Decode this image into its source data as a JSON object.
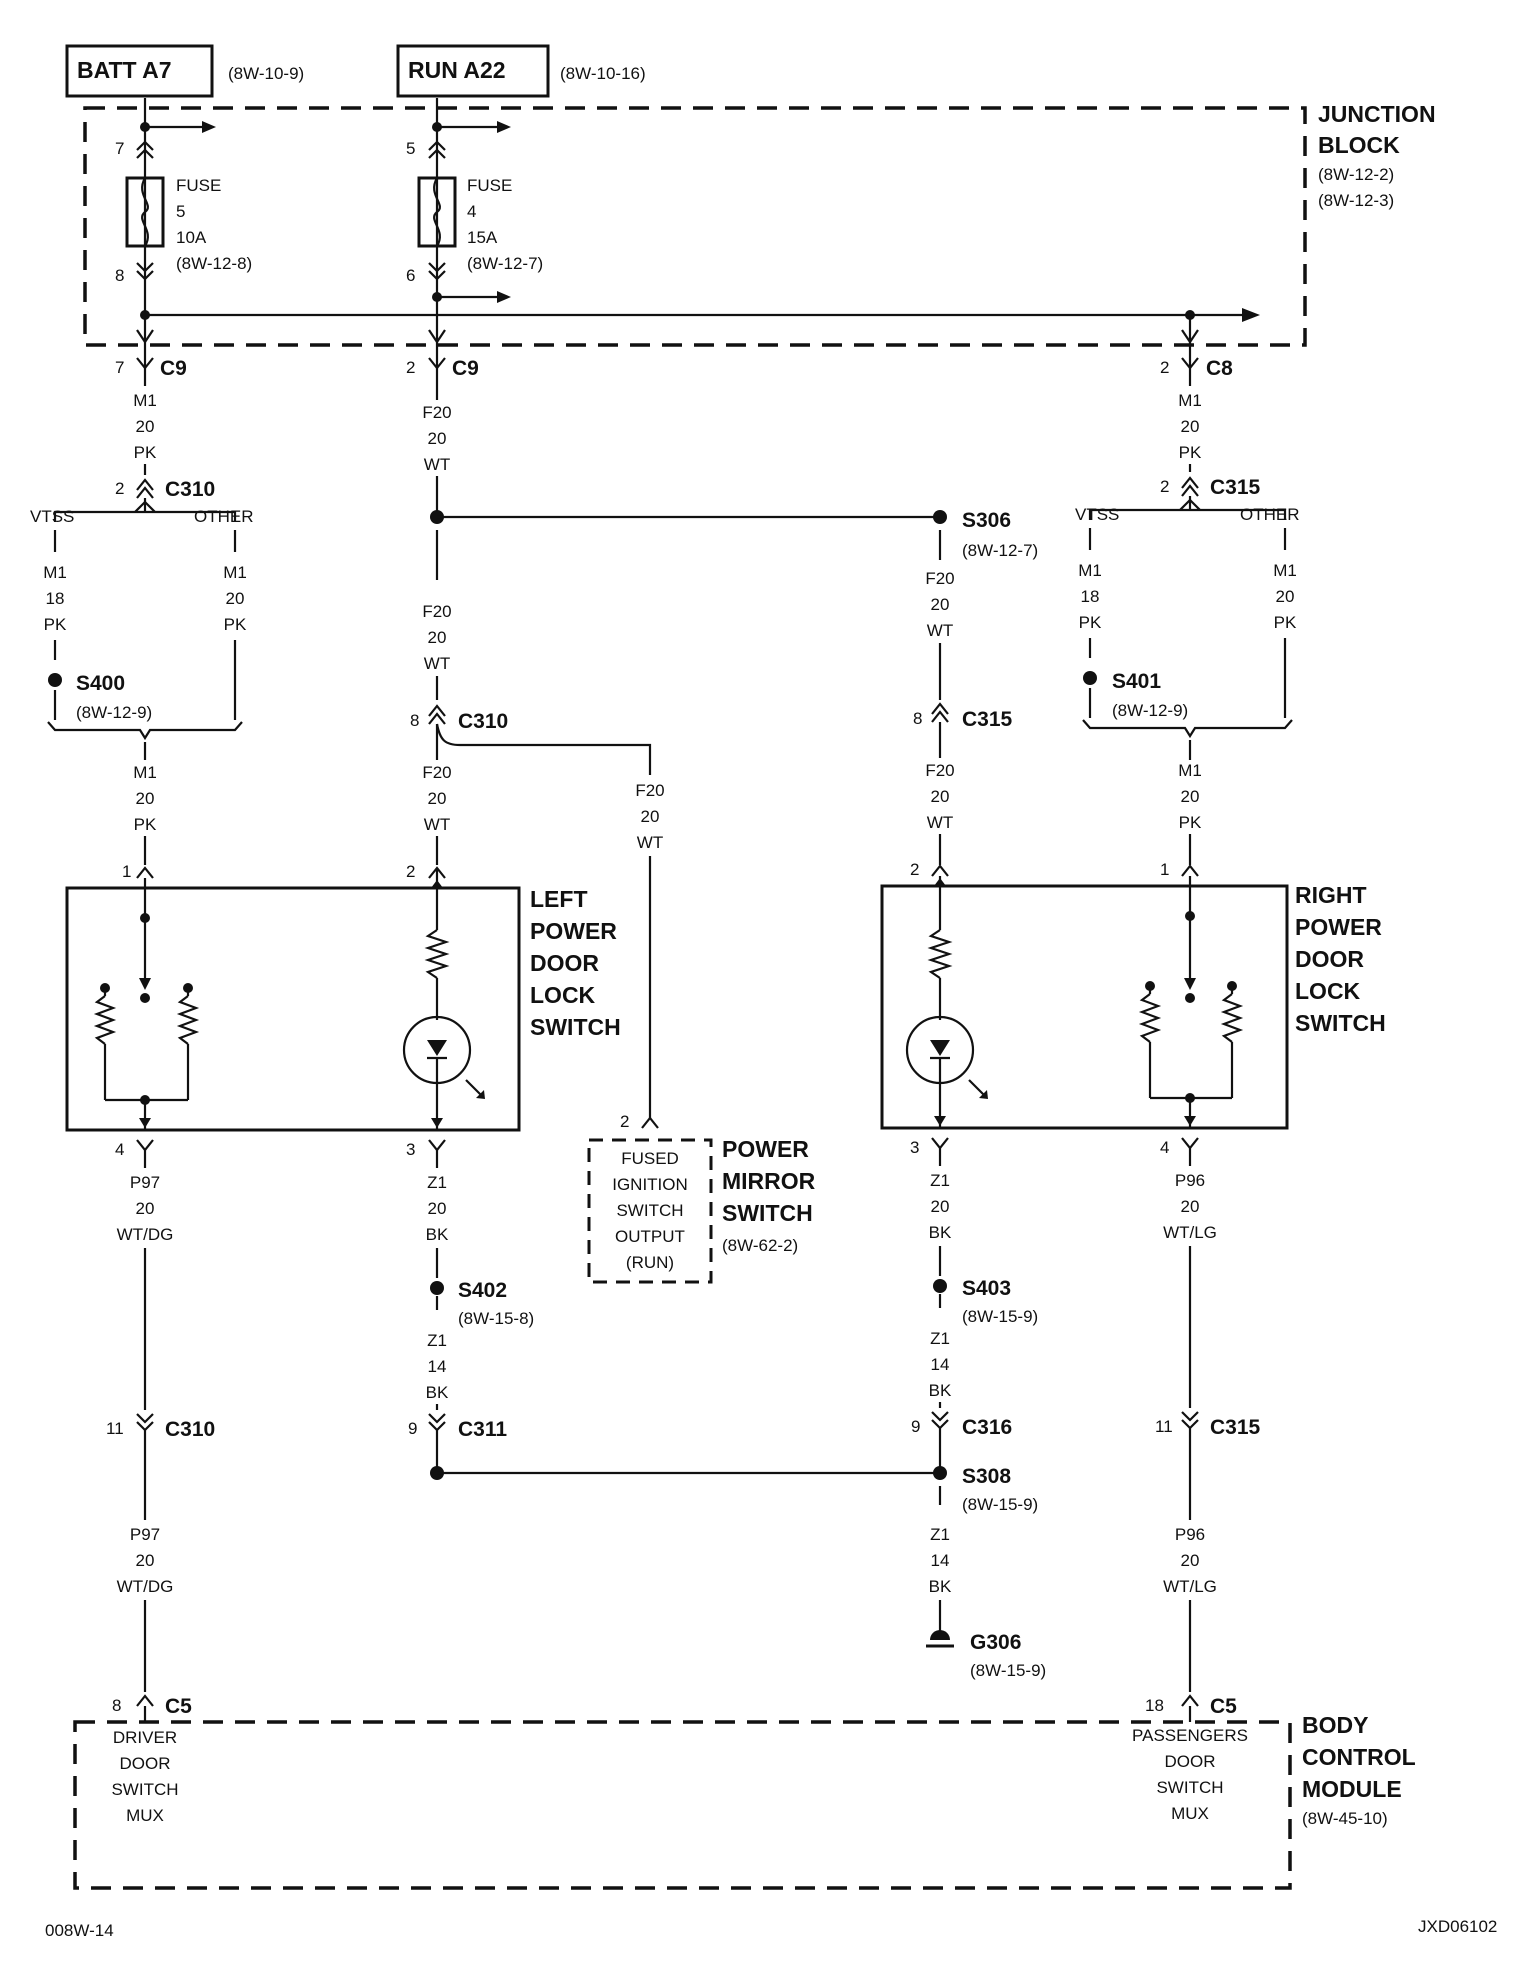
{
  "sources": {
    "batt": {
      "label": "BATT A7",
      "ref": "(8W-10-9)"
    },
    "run": {
      "label": "RUN A22",
      "ref": "(8W-10-16)"
    }
  },
  "junction_block": {
    "title_line1": "JUNCTION",
    "title_line2": "BLOCK",
    "ref1": "(8W-12-2)",
    "ref2": "(8W-12-3)",
    "fuse5": {
      "word": "FUSE",
      "num": "5",
      "rating": "10A",
      "ref": "(8W-12-8)",
      "pin_top": "7",
      "pin_bot": "8"
    },
    "fuse4": {
      "word": "FUSE",
      "num": "4",
      "rating": "15A",
      "ref": "(8W-12-7)",
      "pin_top": "5",
      "pin_bot": "6"
    }
  },
  "connectors": {
    "c9_left": {
      "pin": "7",
      "name": "C9"
    },
    "c9_mid": {
      "pin": "2",
      "name": "C9"
    },
    "c8": {
      "pin": "2",
      "name": "C8"
    },
    "c310_top": {
      "pin": "2",
      "name": "C310"
    },
    "c315_top": {
      "pin": "2",
      "name": "C315"
    },
    "c310_mid": {
      "pin": "8",
      "name": "C310"
    },
    "c315_mid": {
      "pin": "8",
      "name": "C315"
    },
    "c310_low": {
      "pin": "11",
      "name": "C310"
    },
    "c311": {
      "pin": "9",
      "name": "C311"
    },
    "c316": {
      "pin": "9",
      "name": "C316"
    },
    "c315_low": {
      "pin": "11",
      "name": "C315"
    },
    "c5_left": {
      "pin": "8",
      "name": "C5"
    },
    "c5_right": {
      "pin": "18",
      "name": "C5"
    }
  },
  "branch_labels": {
    "vtss_left": "VTSS",
    "other_left": "OTHER",
    "vtss_right": "VTSS",
    "other_right": "OTHER"
  },
  "wires": {
    "m1_pk_top_left": [
      "M1",
      "20",
      "PK"
    ],
    "f20_top": [
      "F20",
      "20",
      "WT"
    ],
    "m1_pk_top_right": [
      "M1",
      "20",
      "PK"
    ],
    "m1_18_left": [
      "M1",
      "18",
      "PK"
    ],
    "m1_20_left": [
      "M1",
      "20",
      "PK"
    ],
    "f20_mid": [
      "F20",
      "20",
      "WT"
    ],
    "f20_s306": [
      "F20",
      "20",
      "WT"
    ],
    "m1_18_right": [
      "M1",
      "18",
      "PK"
    ],
    "m1_20_right": [
      "M1",
      "20",
      "PK"
    ],
    "m1_left_sw": [
      "M1",
      "20",
      "PK"
    ],
    "f20_left_sw": [
      "F20",
      "20",
      "WT"
    ],
    "f20_mirror": [
      "F20",
      "20",
      "WT"
    ],
    "f20_right_sw": [
      "F20",
      "20",
      "WT"
    ],
    "m1_right_sw": [
      "M1",
      "20",
      "PK"
    ],
    "p97_top": [
      "P97",
      "20",
      "WT/DG"
    ],
    "z1_left_top": [
      "Z1",
      "20",
      "BK"
    ],
    "z1_right_top": [
      "Z1",
      "20",
      "BK"
    ],
    "p96_top": [
      "P96",
      "20",
      "WT/LG"
    ],
    "z1_left_14": [
      "Z1",
      "14",
      "BK"
    ],
    "z1_right_14": [
      "Z1",
      "14",
      "BK"
    ],
    "p97_bot": [
      "P97",
      "20",
      "WT/DG"
    ],
    "z1_g306": [
      "Z1",
      "14",
      "BK"
    ],
    "p96_bot": [
      "P96",
      "20",
      "WT/LG"
    ]
  },
  "splices": {
    "s306": {
      "name": "S306",
      "ref": "(8W-12-7)"
    },
    "s400": {
      "name": "S400",
      "ref": "(8W-12-9)"
    },
    "s401": {
      "name": "S401",
      "ref": "(8W-12-9)"
    },
    "s402": {
      "name": "S402",
      "ref": "(8W-15-8)"
    },
    "s403": {
      "name": "S403",
      "ref": "(8W-15-9)"
    },
    "s308": {
      "name": "S308",
      "ref": "(8W-15-9)"
    }
  },
  "ground": {
    "name": "G306",
    "ref": "(8W-15-9)"
  },
  "left_switch": {
    "lines": [
      "LEFT",
      "POWER",
      "DOOR",
      "LOCK",
      "SWITCH"
    ],
    "pin1": "1",
    "pin2": "2",
    "pin3": "3",
    "pin4": "4"
  },
  "right_switch": {
    "lines": [
      "RIGHT",
      "POWER",
      "DOOR",
      "LOCK",
      "SWITCH"
    ],
    "pin1": "1",
    "pin2": "2",
    "pin3": "3",
    "pin4": "4"
  },
  "mirror_switch": {
    "pin": "2",
    "box_lines": [
      "FUSED",
      "IGNITION",
      "SWITCH",
      "OUTPUT",
      "(RUN)"
    ],
    "title_lines": [
      "POWER",
      "MIRROR",
      "SWITCH"
    ],
    "ref": "(8W-62-2)"
  },
  "body_control_module": {
    "title_lines": [
      "BODY",
      "CONTROL",
      "MODULE"
    ],
    "ref": "(8W-45-10)",
    "left_func": [
      "DRIVER",
      "DOOR",
      "SWITCH",
      "MUX"
    ],
    "right_func": [
      "PASSENGERS",
      "DOOR",
      "SWITCH",
      "MUX"
    ]
  },
  "footer": {
    "left": "008W-14",
    "right": "JXD06102"
  }
}
